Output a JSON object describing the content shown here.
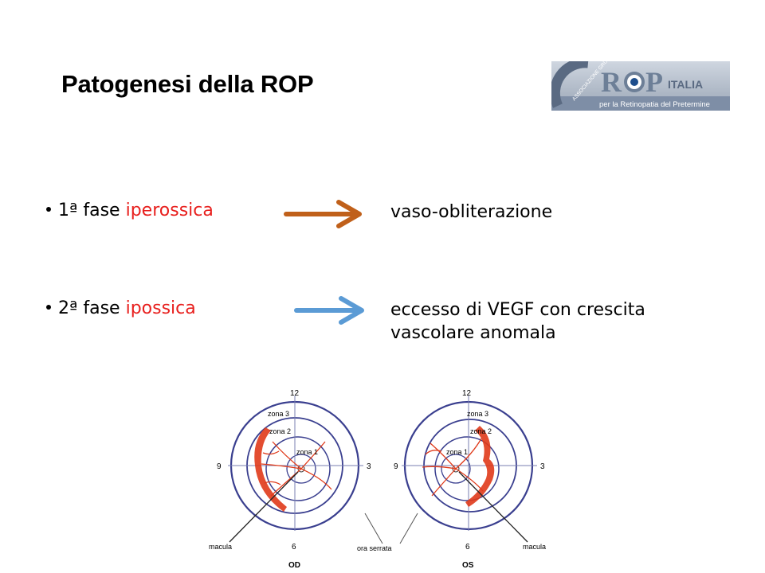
{
  "slide": {
    "title": "Patogenesi della ROP"
  },
  "logo": {
    "arc_text": "ASSOCIAZIONE GRUPPO DI STUDIO",
    "brand_r": "R",
    "brand_p": "P",
    "brand_suffix": "ITALIA",
    "tagline": "per la Retinopatia del Pretermine"
  },
  "phases": [
    {
      "number": "1ª fase",
      "type": "iperossica",
      "result": "vaso-obliterazione",
      "arrow_color": "#c0601a",
      "arrow_icon": "arrow-right-icon"
    },
    {
      "number": "2ª fase",
      "type": "ipossica",
      "result_line1": "eccesso di VEGF con crescita",
      "result_line2": "vascolare anomala",
      "arrow_color": "#5b9bd5",
      "arrow_icon": "arrow-right-icon"
    }
  ],
  "diagram": {
    "left_eye": {
      "clock_12": "12",
      "clock_9": "9",
      "clock_3": "3",
      "clock_6": "6",
      "zone3": "zona 3",
      "zone2": "zona 2",
      "zone1": "zona 1",
      "macula": "macula",
      "label": "OD"
    },
    "right_eye": {
      "clock_12": "12",
      "clock_9": "9",
      "clock_3": "3",
      "clock_6": "6",
      "zone3": "zona 3",
      "zone2": "zona 2",
      "zone1": "zona 1",
      "macula": "macula",
      "label": "OS"
    },
    "ora_serrata": "ora serrata",
    "colors": {
      "ring": "#3a3f8f",
      "vessel": "#e03a1a"
    }
  }
}
